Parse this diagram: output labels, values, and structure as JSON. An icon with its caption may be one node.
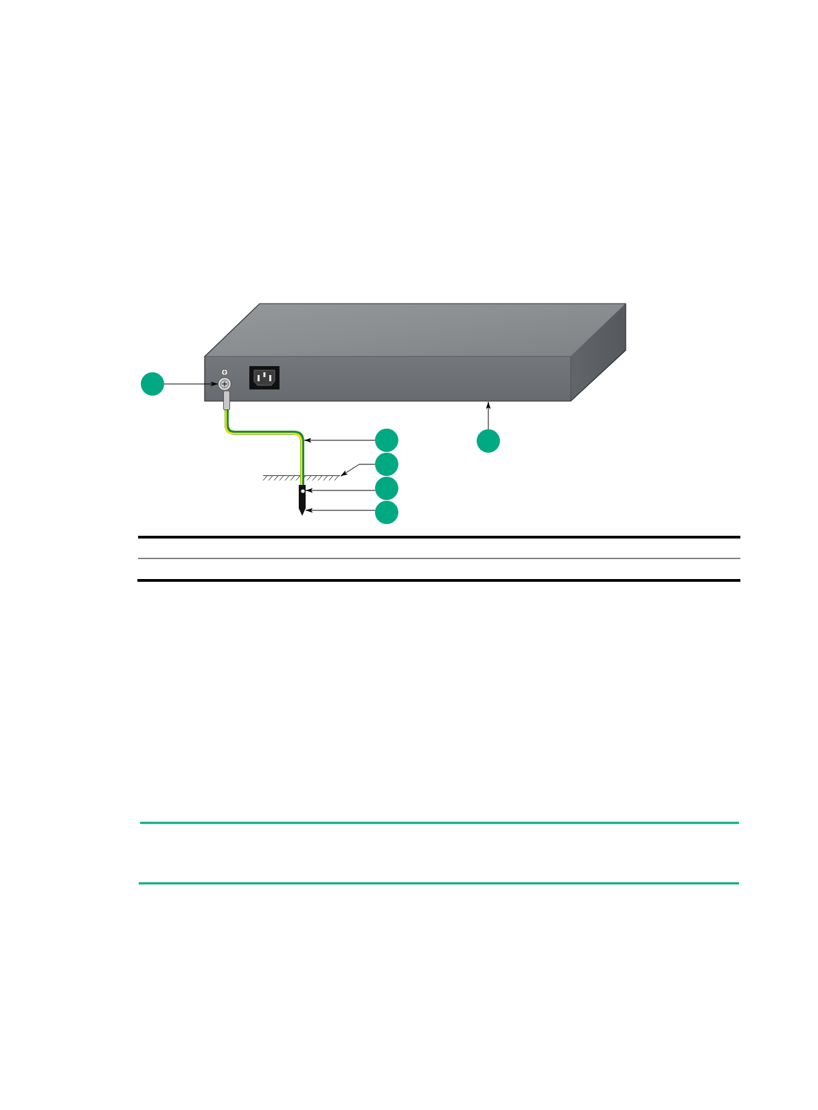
{
  "diagram": {
    "nodes": [
      {
        "text": [],
        "shape": "picture"
      },
      {
        "text": [],
        "shape": "picture",
        "in": 0
      },
      {
        "text": [],
        "shape": "circle"
      },
      {
        "text": [],
        "shape": "picture"
      },
      {
        "text": [],
        "shape": "circle"
      },
      {
        "text": [],
        "shape": "circle"
      },
      {
        "text": [],
        "shape": "picture"
      },
      {
        "text": [],
        "shape": "circle"
      },
      {
        "text": [],
        "shape": "picture"
      },
      {
        "text": [],
        "shape": "circle"
      },
      {
        "text": [],
        "shape": "circle"
      }
    ],
    "edges": [
      {
        "from": 2,
        "to": 1,
        "arrow": "to"
      },
      {
        "from": 4,
        "to": 3,
        "arrow": "to"
      },
      {
        "from": 5,
        "to": 0,
        "arrow": "to"
      },
      {
        "from": 7,
        "to": 6,
        "arrow": "to"
      },
      {
        "from": 9,
        "to": 8,
        "arrow": "to"
      },
      {
        "from": 10,
        "to": 8,
        "arrow": "to"
      }
    ]
  }
}
